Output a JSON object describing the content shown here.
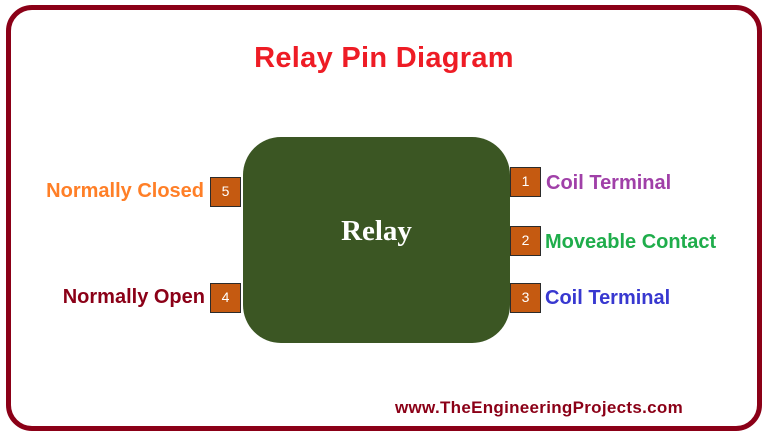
{
  "title": "Relay Pin Diagram",
  "relay": {
    "label": "Relay",
    "fill": "#3b5623"
  },
  "pins": [
    {
      "number": "1",
      "label": "Coil Terminal",
      "side": "right",
      "color": "#a040a8"
    },
    {
      "number": "2",
      "label": "Moveable Contact",
      "side": "right",
      "color": "#1fad4b"
    },
    {
      "number": "3",
      "label": "Coil Terminal",
      "side": "right",
      "color": "#3838d0"
    },
    {
      "number": "4",
      "label": "Normally Open",
      "side": "left",
      "color": "#8b0017"
    },
    {
      "number": "5",
      "label": "Normally Closed",
      "side": "left",
      "color": "#ff7f27"
    }
  ],
  "colors": {
    "frame": "#8b0017",
    "title": "#ee1c25",
    "pin_fill": "#c55a11"
  },
  "footer": "www.TheEngineeringProjects.com"
}
